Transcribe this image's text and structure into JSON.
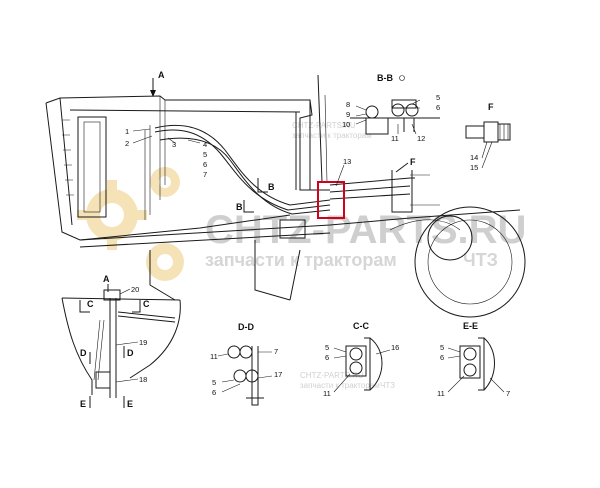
{
  "watermark": {
    "brand": "CHTZ-PARTS.RU",
    "tagline": "запчасти к тракторам",
    "logo": "ЧТЗ",
    "small_brand": "CHTZ-PARTS.RU",
    "small_tagline": "запчасти к тракторам",
    "small_logo": "ЧТЗ",
    "color": "#cfcfcf",
    "gear_color": "#f2d9a0"
  },
  "highlight_color": "#d0021b",
  "views": {
    "a_arrow": "A",
    "b_arrow": "B",
    "f_arrow": "F",
    "bb_title": "B-B",
    "f_title": "F",
    "a_title": "A",
    "dd_title": "D-D",
    "cc_title": "C-C",
    "ee_title": "E-E",
    "c_cut": "C",
    "d_cut": "D",
    "e_cut": "E"
  },
  "callouts": {
    "main": [
      "1",
      "2",
      "3",
      "4",
      "5",
      "6",
      "7",
      "13"
    ],
    "bb": [
      "8",
      "9",
      "10",
      "11",
      "12",
      "5",
      "6"
    ],
    "f": [
      "14",
      "15"
    ],
    "a": [
      "20",
      "19",
      "18"
    ],
    "dd": [
      "11",
      "7",
      "5",
      "6",
      "17"
    ],
    "cc": [
      "5",
      "6",
      "16",
      "11"
    ],
    "ee": [
      "5",
      "6",
      "11",
      "7"
    ]
  }
}
